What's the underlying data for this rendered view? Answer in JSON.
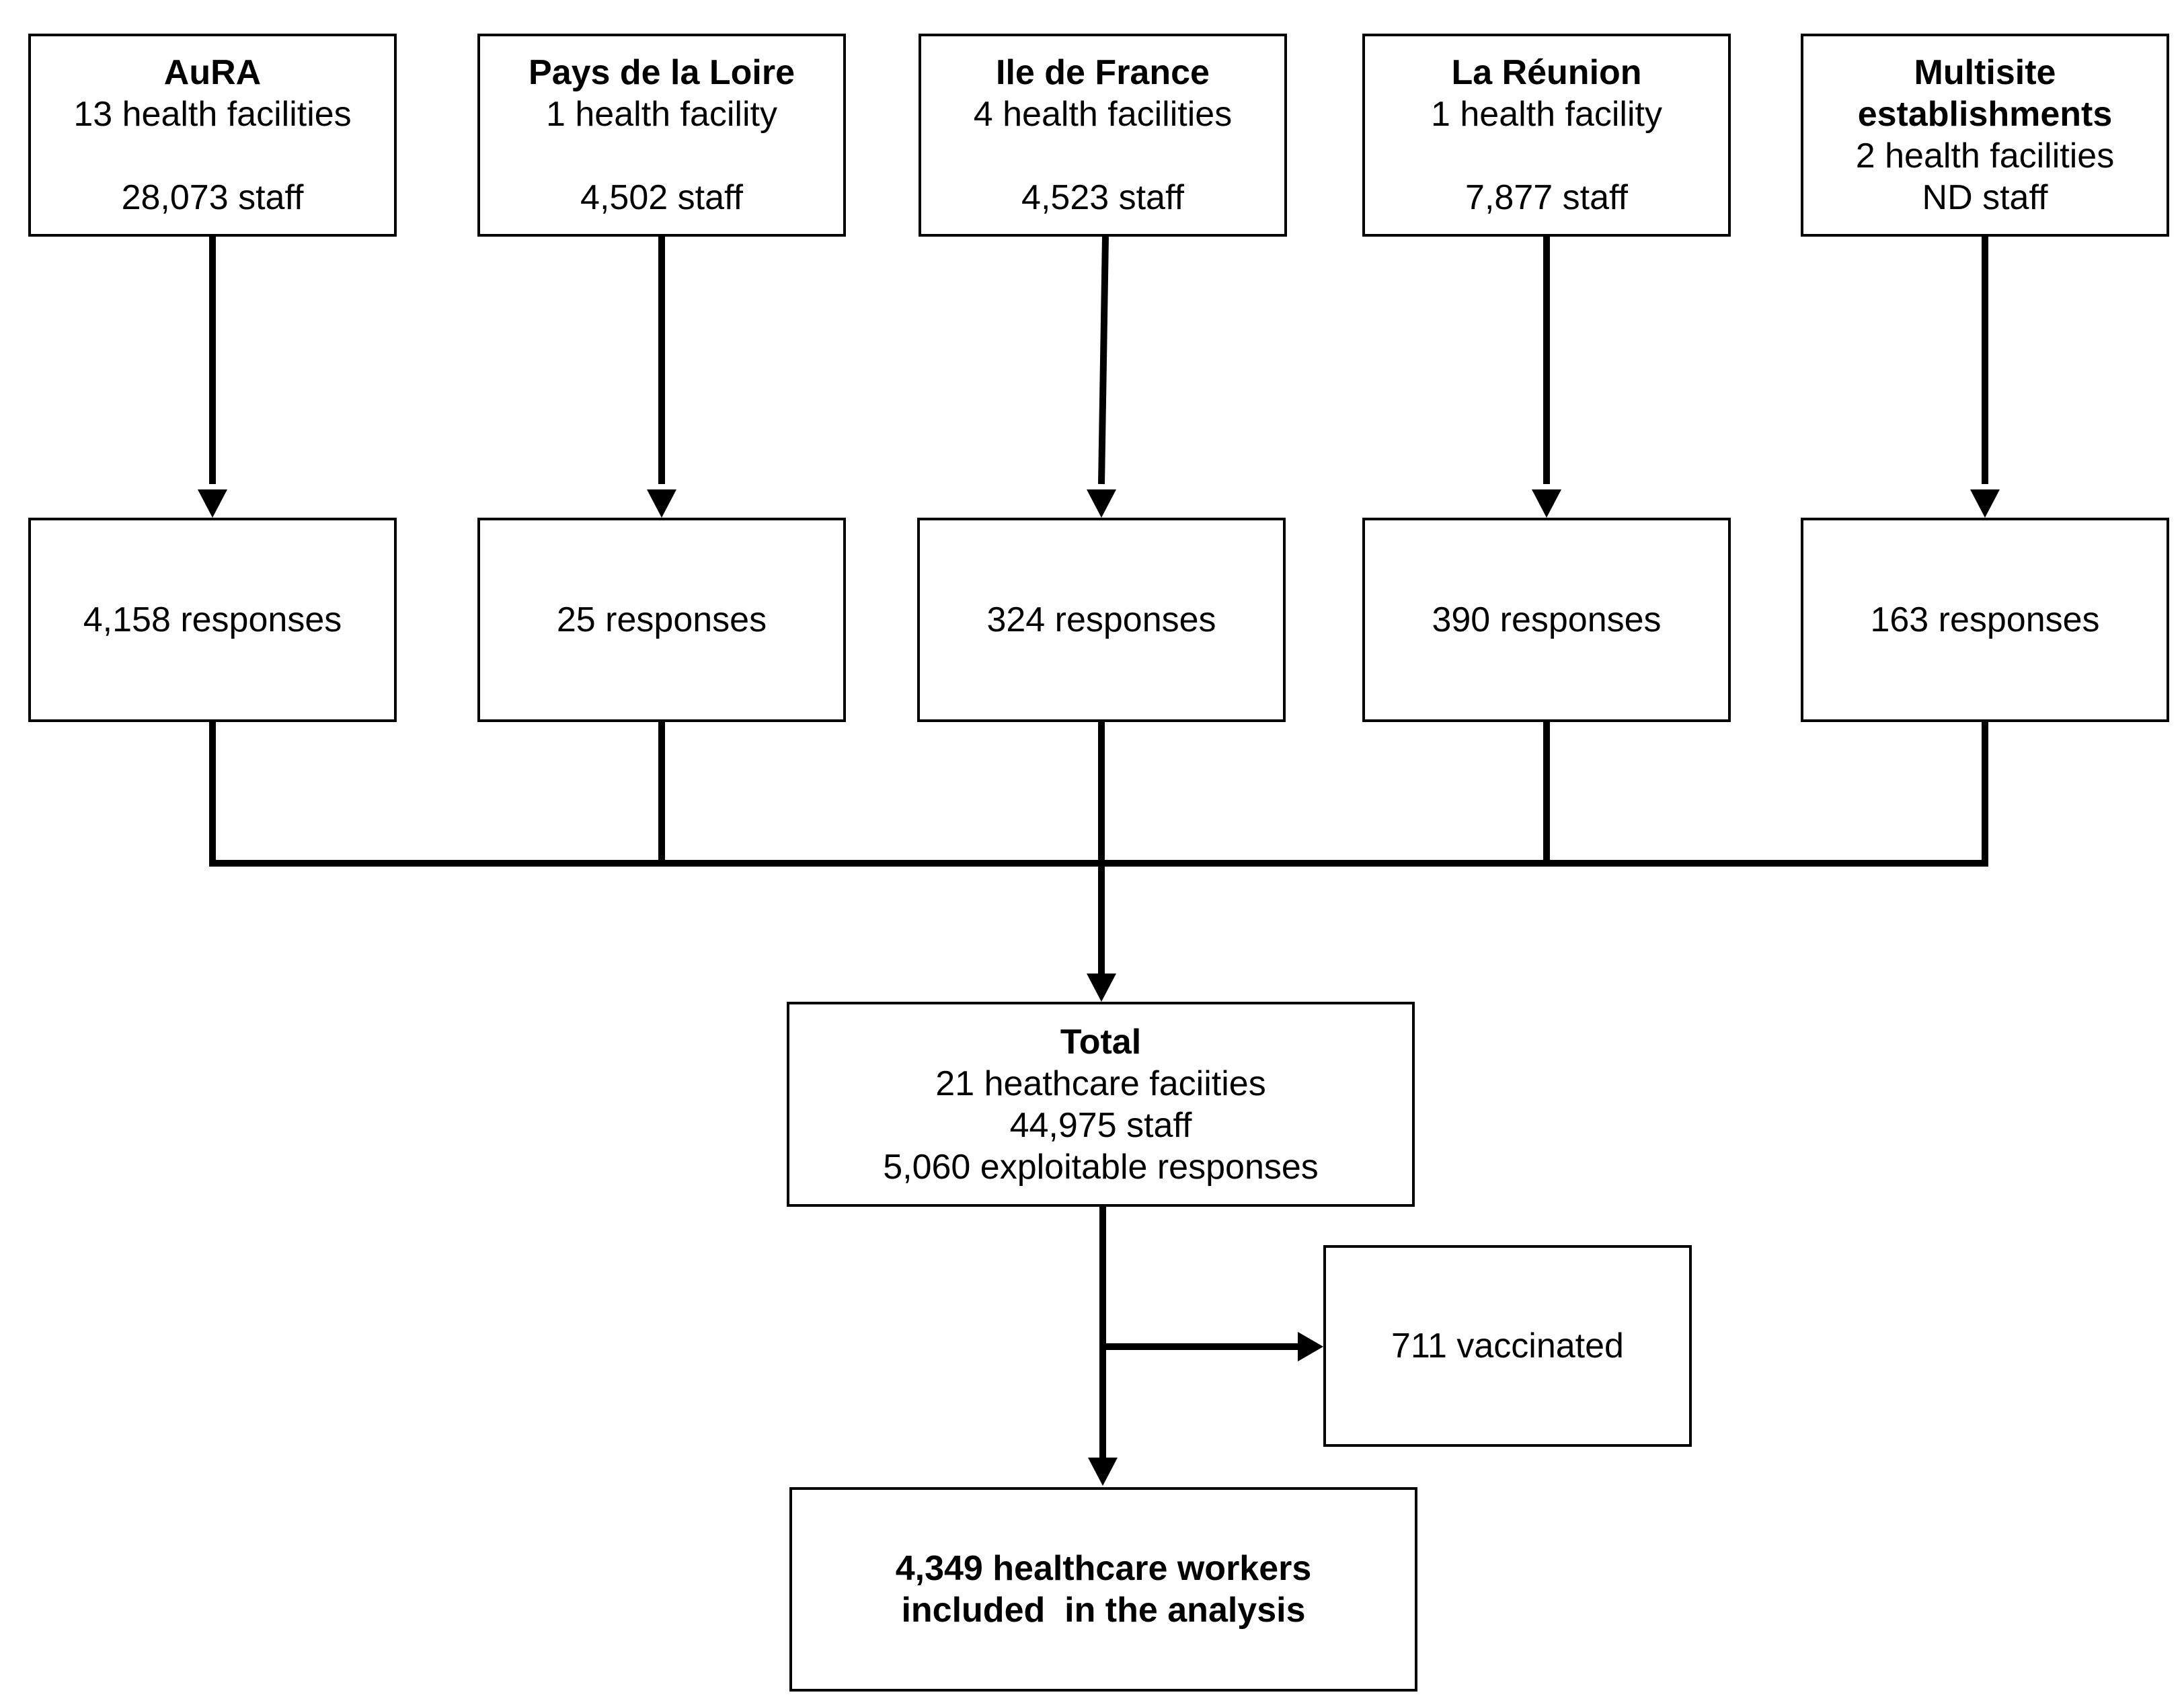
{
  "regions": [
    {
      "name": "AuRA",
      "facilities": "13 health facilities",
      "staff": "28,073 staff",
      "responses": "4,158 responses"
    },
    {
      "name": "Pays de la Loire",
      "facilities": "1 health facility",
      "staff": "4,502 staff",
      "responses": "25 responses"
    },
    {
      "name": "Ile de France",
      "facilities": "4 health facilities",
      "staff": "4,523 staff",
      "responses": "324 responses"
    },
    {
      "name": "La Réunion",
      "facilities": "1 health facility",
      "staff": "7,877 staff",
      "responses": "390 responses"
    },
    {
      "name_line1": "Multisite",
      "name_line2": "establishments",
      "facilities": "2 health facilities",
      "staff": "ND staff",
      "responses": "163 responses"
    }
  ],
  "total": {
    "title": "Total",
    "facilities": "21 heathcare faciities",
    "staff": "44,975 staff",
    "responses": "5,060 exploitable responses"
  },
  "excluded": {
    "label": "711 vaccinated"
  },
  "final": {
    "line1": "4,349 healthcare workers",
    "line2": "included  in the analysis"
  }
}
